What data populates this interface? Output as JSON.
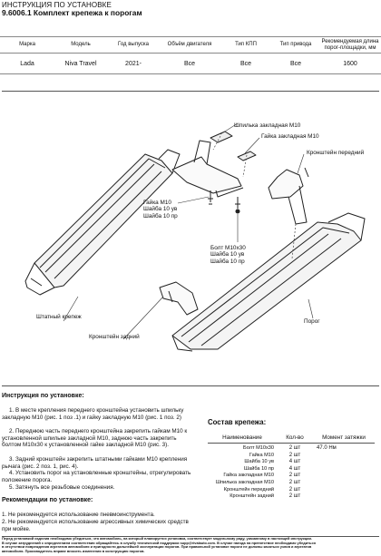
{
  "header": {
    "title": "ИНСТРУКЦИЯ ПО УСТАНОВКЕ",
    "subtitle": "9.6006.1 Комплект крепежа к порогам"
  },
  "spec_table": {
    "columns": [
      "Марка",
      "Модель",
      "Год выпуска",
      "Объём двигателя",
      "Тип КПП",
      "Тип привода",
      "Рекомендуемая длина порог-площадки, мм"
    ],
    "row": [
      "Lada",
      "Niva Travel",
      "2021-",
      "Все",
      "Все",
      "Все",
      "1600"
    ]
  },
  "diagram_labels": {
    "shpilka": "Шпилька закладная М10",
    "gaika_zakl": "Гайка закладная М10",
    "kronshtein_perednii": "Кронштейн передний",
    "gaika_group": "Гайка М10\nШайба 10 ув\nШайба 10 пр",
    "bolt_group": "Болт М10х30\nШайба 10 ув\nШайба 10 пр",
    "shtatnyi_krepezh": "Штатный крепеж",
    "kronshtein_zadnii": "Кронштейн задний",
    "porog": "Порог"
  },
  "instructions": {
    "title": "Инструкция по установке:",
    "steps": [
      "1. В месте крепления переднего кронштейна установить шпильку закладную М10 (рис. 1 поз .1) и гайку закладную М10 (рис. 1 поз. 2)",
      "2. Переднюю часть переднего кронштейна закрепить гайкам М10 к установленной шпильке закладной М10, заднюю часть закрепить болтом М10х30 к установленной гайке закладной М10 (рис. 3).",
      "3. Задний кронштейн закрепить штатными гайками М10 крепления рычага (рис. 2 поз. 1, рис. 4).",
      "4. Установить порог на установленные кронштейны, отрегулировать положение порога.",
      "5. Затянуть все резьбовые соединения."
    ],
    "rec_title": "Рекомендации по установке:",
    "recs": [
      "1. Не рекомендуется использование пневмоинструмента.",
      "2. Не рекомендуется использование агрессивных химических средств при мойке."
    ]
  },
  "kit": {
    "title": "Состав крепежа:",
    "headers": [
      "Наименование",
      "Кол-во",
      "Момент затяжки"
    ],
    "rows": [
      {
        "name": "Болт М10х30",
        "qty": "2 шт",
        "torque": "47.0 Нм"
      },
      {
        "name": "Гайка М10",
        "qty": "2 шт",
        "torque": ""
      },
      {
        "name": "Шайба 10 ув",
        "qty": "4 шт",
        "torque": ""
      },
      {
        "name": "Шайба 10 пр",
        "qty": "4 шт",
        "torque": ""
      },
      {
        "name": "Гайка закладная М10",
        "qty": "2 шт",
        "torque": ""
      },
      {
        "name": "Шпилька закладная М10",
        "qty": "2 шт",
        "torque": ""
      },
      {
        "name": "Кронштейн передний",
        "qty": "2 шт",
        "torque": ""
      },
      {
        "name": "Кронштейн задний",
        "qty": "2 шт",
        "torque": ""
      }
    ]
  },
  "footer": [
    "Перед установкой изделия необходимо убедиться, что автомобиль, на который планируется установка, соответствует модельному ряду, указанному в настоящей инструкции.",
    "В случае затруднений с определением соответствия обращайтесь в службу технической поддержки supp@rivalauto.com. В случае наезда на препятствие необходимо убедиться",
    "в отсутствии повреждения агрегатов автомобиля и пригодности дальнейшей эксплуатации порогов. При правильной установке пороги не должны касаться узлов и агрегатов",
    "автомобиля. Производитель вправе вносить изменения в конструкцию порогов."
  ]
}
